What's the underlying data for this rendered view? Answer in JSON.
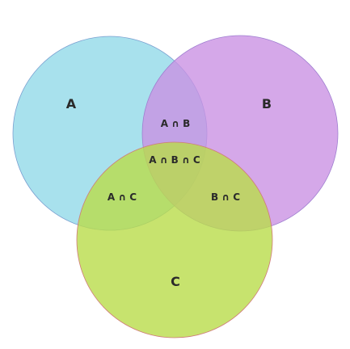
{
  "venn": {
    "sets": [
      {
        "id": "a",
        "label": "A",
        "fill": "#8fd9e8",
        "stroke": "#7a9fd0"
      },
      {
        "id": "b",
        "label": "B",
        "fill": "#c98fe3",
        "stroke": "#9f7fd0"
      },
      {
        "id": "c",
        "label": "C",
        "fill": "#b9dc4a",
        "stroke": "#d07a7a"
      }
    ],
    "regions": {
      "ab": "A ∩ B",
      "ac": "A ∩ C",
      "bc": "B ∩ C",
      "abc": "A ∩ B ∩ C"
    }
  }
}
